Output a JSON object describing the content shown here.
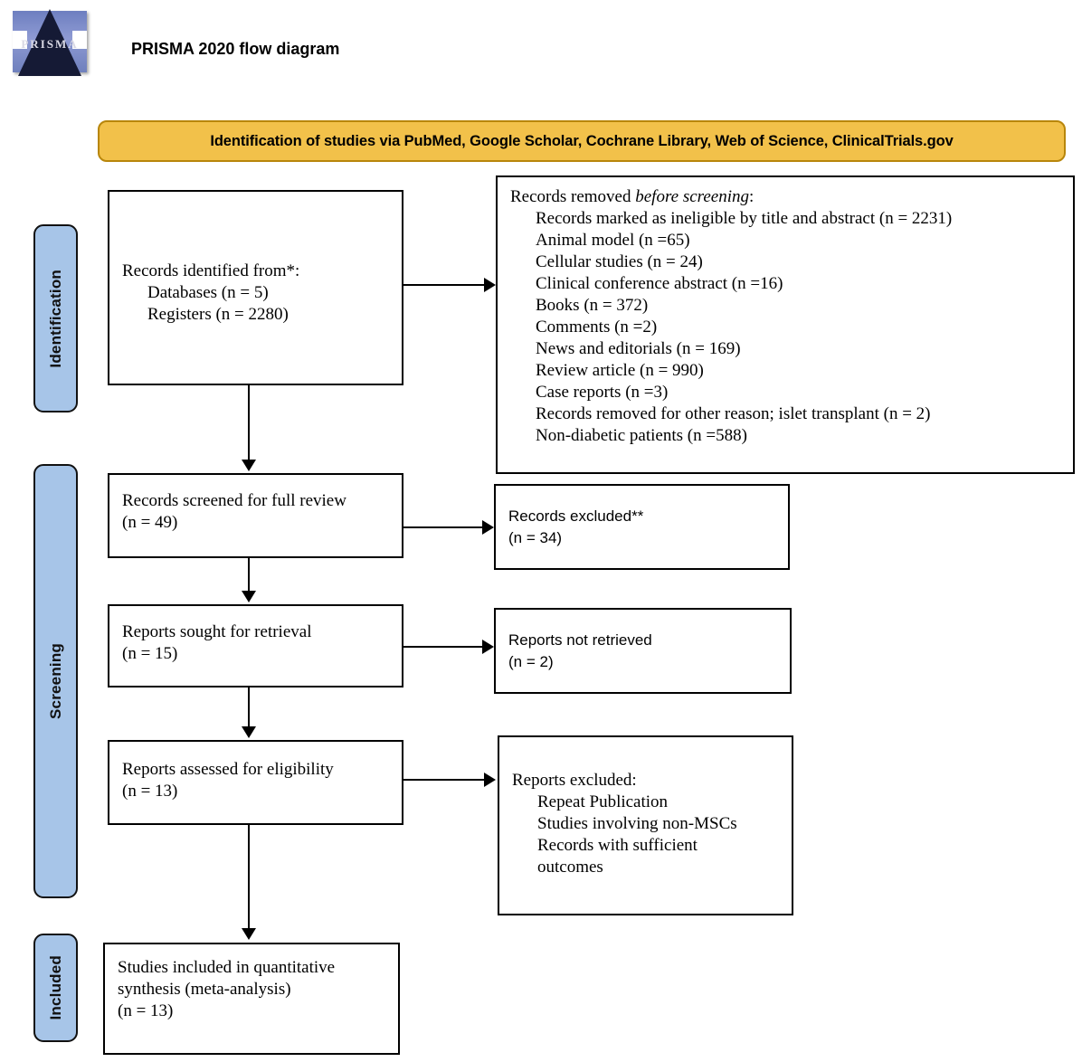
{
  "header": {
    "logo_word": "PRISMA",
    "title": "PRISMA 2020 flow diagram"
  },
  "banner": {
    "label": "Identification of studies via PubMed, Google Scholar, Cochrane Library, Web of Science, ClinicalTrials.gov"
  },
  "stages": {
    "identification": "Identification",
    "screening": "Screening",
    "included": "Included"
  },
  "boxes": {
    "identified": {
      "heading": "Records identified from*:",
      "items": [
        "Databases (n = 5)",
        "Registers (n = 2280)"
      ]
    },
    "removed": {
      "heading_pre": "Records removed ",
      "heading_italic": "before screening",
      "heading_post": ":",
      "items": [
        "Records marked as ineligible by title and abstract (n = 2231)",
        "Animal model (n =65)",
        "Cellular studies (n = 24)",
        "Clinical conference abstract (n =16)",
        "Books (n = 372)",
        "Comments (n =2)",
        "News and editorials (n = 169)",
        "Review article (n = 990)",
        "Case reports (n =3)",
        "Records removed for other reason; islet transplant (n = 2)",
        "Non-diabetic patients (n =588)"
      ]
    },
    "screened": {
      "line1": "Records screened for full review",
      "line2": "(n = 49)"
    },
    "excluded": {
      "line1": "Records excluded**",
      "line2": "(n = 34)"
    },
    "sought": {
      "line1": "Reports sought for retrieval",
      "line2": "(n = 15)"
    },
    "not_retrieved": {
      "line1": "Reports not retrieved",
      "line2": "(n = 2)"
    },
    "assessed": {
      "line1": " Reports assessed for eligibility",
      "line2": "(n = 13)"
    },
    "reports_excluded": {
      "heading": "Reports excluded:",
      "items": [
        "Repeat Publication",
        "Studies involving non-MSCs",
        "Records with sufficient",
        "outcomes"
      ]
    },
    "included": {
      "line1": "Studies included in quantitative",
      "line2": "synthesis (meta-analysis)",
      "line3": "(n = 13)"
    }
  },
  "colors": {
    "banner_fill": "#f2c14a",
    "banner_border": "#b8860b",
    "stage_fill": "#a7c5e8",
    "box_border": "#000000"
  }
}
